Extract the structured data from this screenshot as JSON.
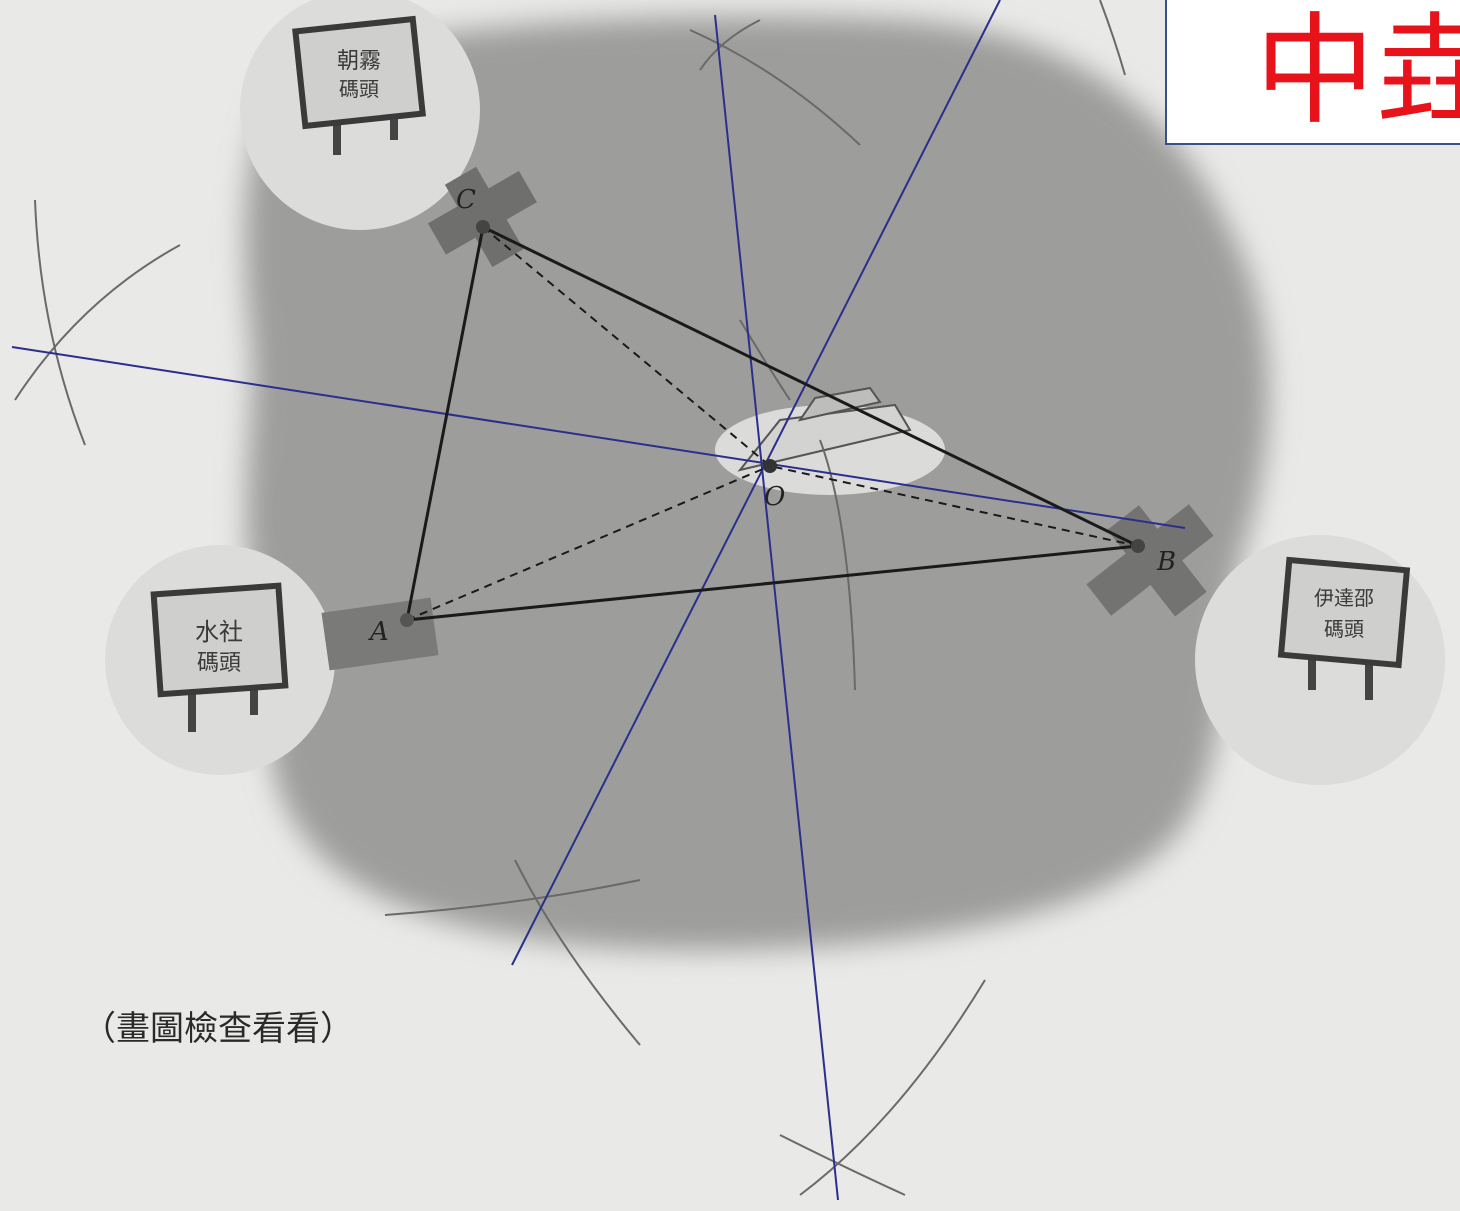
{
  "points": {
    "a_label": "A",
    "b_label": "B",
    "c_label": "C",
    "o_label": "O"
  },
  "signs": {
    "top": {
      "line1": "朝霧",
      "line2": "碼頭"
    },
    "left": {
      "line1": "水社",
      "line2": "碼頭"
    },
    "right": {
      "line1": "伊達邵",
      "line2": "碼頭"
    }
  },
  "caption": "（畫圖檢查看看）",
  "stamp": {
    "text": "中垚"
  },
  "colors": {
    "lake": "#9a9a98",
    "shore": "#d9d9d7",
    "paper": "#e9e9e7",
    "triangle": "#1a1a1a",
    "construction": "#2b2f8c",
    "stamp": "#e8121b",
    "stamp_border": "#3b4f8f"
  }
}
